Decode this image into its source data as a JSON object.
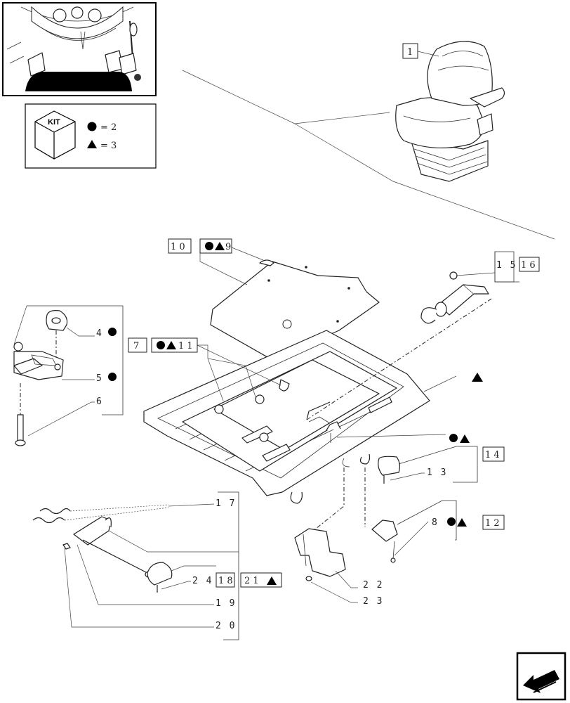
{
  "kit": {
    "label": "KIT",
    "circle_qty": "= 2",
    "triangle_qty": "= 3"
  },
  "callouts": {
    "c1": "1",
    "c4": "4",
    "c5": "5",
    "c6": "6",
    "c7": "7",
    "c8": "8",
    "c9": "9",
    "c10": "1 0",
    "c11": "1 1",
    "c12": "1 2",
    "c13": "1 3",
    "c14": "1 4",
    "c15": "1 5",
    "c16": "1 6",
    "c17": "1 7",
    "c18": "1 8",
    "c19": "1 9",
    "c20": "2 0",
    "c21": "2 1",
    "c22": "2 2",
    "c23": "2 3",
    "c24": "2 4"
  },
  "colors": {
    "line": "#222222",
    "fill": "#ffffff",
    "marker": "#000000"
  },
  "icons": {
    "nav": "next-arrow-icon",
    "kit": "kit-box-icon"
  }
}
